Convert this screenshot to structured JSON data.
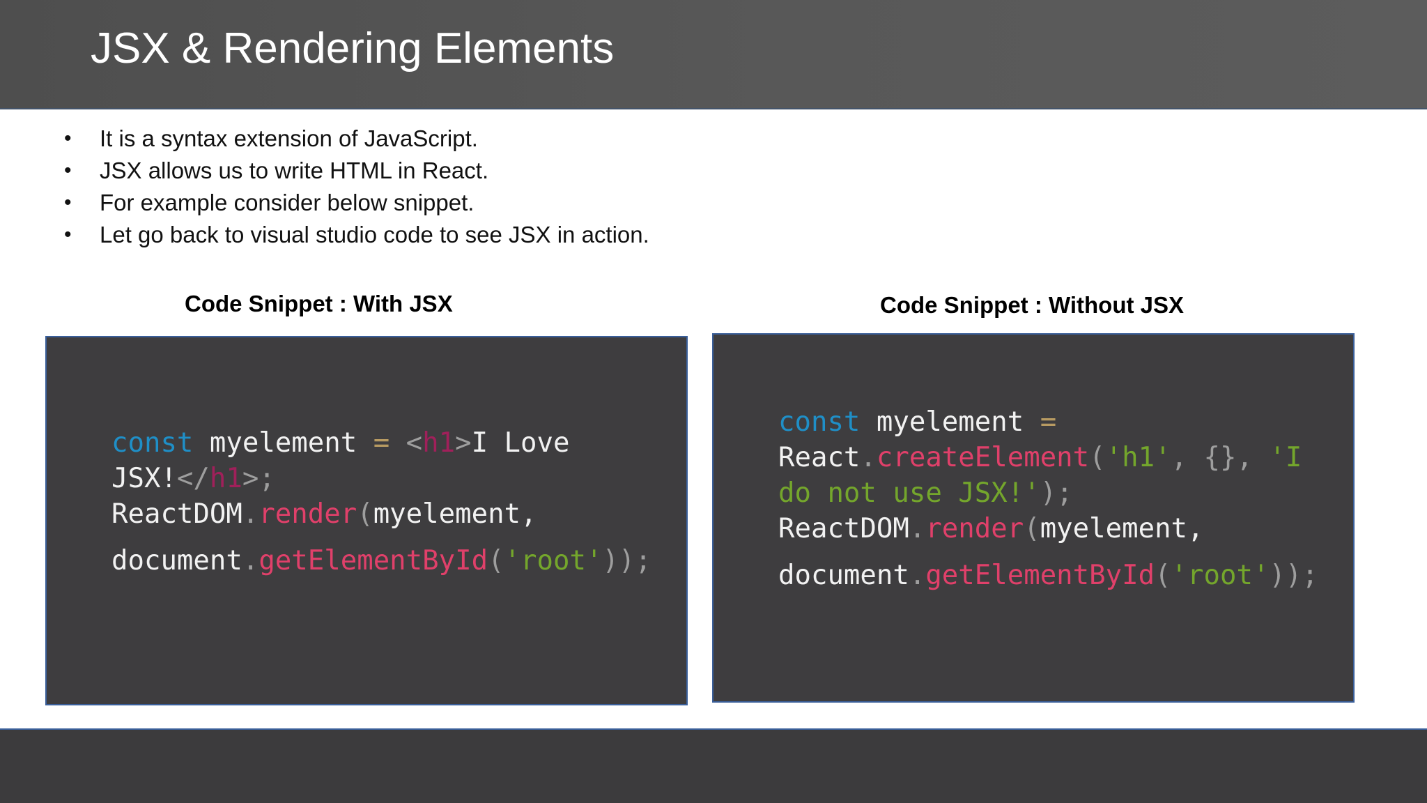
{
  "slide": {
    "title": "JSX & Rendering Elements",
    "bullets": [
      "It is a syntax extension of JavaScript.",
      "JSX allows us to write HTML in React.",
      "For example consider below snippet.",
      "Let go back to visual studio code to see JSX in action."
    ]
  },
  "snippets": {
    "with_jsx": {
      "heading": "Code Snippet : With JSX",
      "lines": [
        [
          {
            "t": "const",
            "c": "kw"
          },
          {
            "t": " myelement ",
            "c": "plain"
          },
          {
            "t": "=",
            "c": "op"
          },
          {
            "t": " ",
            "c": "plain"
          },
          {
            "t": "<",
            "c": "punc"
          },
          {
            "t": "h1",
            "c": "tag"
          },
          {
            "t": ">",
            "c": "punc"
          },
          {
            "t": "I Love",
            "c": "plain"
          }
        ],
        [
          {
            "t": "JSX!",
            "c": "plain"
          },
          {
            "t": "</",
            "c": "punc"
          },
          {
            "t": "h1",
            "c": "tag"
          },
          {
            "t": ">;",
            "c": "punc"
          }
        ],
        [
          {
            "t": "ReactDOM",
            "c": "plain"
          },
          {
            "t": ".",
            "c": "punc"
          },
          {
            "t": "render",
            "c": "fn"
          },
          {
            "t": "(",
            "c": "punc"
          },
          {
            "t": "myelement,",
            "c": "plain"
          }
        ],
        [
          {
            "t": "document",
            "c": "plain"
          },
          {
            "t": ".",
            "c": "punc"
          },
          {
            "t": "getElementById",
            "c": "fn"
          },
          {
            "t": "(",
            "c": "punc"
          },
          {
            "t": "'root'",
            "c": "str"
          },
          {
            "t": "));",
            "c": "punc"
          }
        ]
      ]
    },
    "without_jsx": {
      "heading": "Code Snippet : Without JSX",
      "lines": [
        [
          {
            "t": "const",
            "c": "kw"
          },
          {
            "t": " myelement ",
            "c": "plain"
          },
          {
            "t": "=",
            "c": "op"
          }
        ],
        [
          {
            "t": "React",
            "c": "plain"
          },
          {
            "t": ".",
            "c": "punc"
          },
          {
            "t": "createElement",
            "c": "fn"
          },
          {
            "t": "(",
            "c": "punc"
          },
          {
            "t": "'h1'",
            "c": "str"
          },
          {
            "t": ", {}, ",
            "c": "punc"
          },
          {
            "t": "'I",
            "c": "str"
          }
        ],
        [
          {
            "t": "do not use JSX!'",
            "c": "str"
          },
          {
            "t": ");",
            "c": "punc"
          }
        ],
        [
          {
            "t": "ReactDOM",
            "c": "plain"
          },
          {
            "t": ".",
            "c": "punc"
          },
          {
            "t": "render",
            "c": "fn"
          },
          {
            "t": "(",
            "c": "punc"
          },
          {
            "t": "myelement,",
            "c": "plain"
          }
        ],
        [
          {
            "t": "document",
            "c": "plain"
          },
          {
            "t": ".",
            "c": "punc"
          },
          {
            "t": "getElementById",
            "c": "fn"
          },
          {
            "t": "(",
            "c": "punc"
          },
          {
            "t": "'root'",
            "c": "str"
          },
          {
            "t": "));",
            "c": "punc"
          }
        ]
      ]
    }
  },
  "colors": {
    "header_bg": "#575757",
    "code_bg": "#3e3d3f",
    "footer_bg": "#3c3b3d",
    "border_accent": "#3a5f9a",
    "keyword": "#1f8fc7",
    "function": "#e0406a",
    "string": "#74a62c",
    "tag": "#a0205a",
    "operator": "#b89b62"
  }
}
